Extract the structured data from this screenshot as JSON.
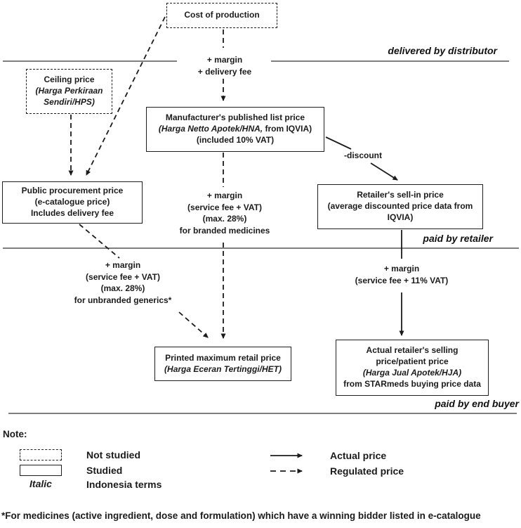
{
  "colors": {
    "ink": "#1b1b1b",
    "background": "#ffffff"
  },
  "diagram": {
    "boxes": {
      "cost_of_production": {
        "l1": "Cost of production"
      },
      "ceiling_price": {
        "l1": "Ceiling price",
        "l2": "(Harga Perkiraan",
        "l3": "Sendiri/HPS)"
      },
      "manufacturer_list_price": {
        "l1": "Manufacturer's published list price",
        "l2_italic": "(Harga Netto Apotek/HNA,",
        "l2_rest": " from IQVIA)",
        "l3": "(included 10% VAT)"
      },
      "public_procurement": {
        "l1": "Public procurement price",
        "l2": "(e-catalogue price)",
        "l3": "Includes delivery fee"
      },
      "retailer_sell_in": {
        "l1": "Retailer's sell-in price",
        "l2": "(average discounted price data from",
        "l3": "IQVIA)"
      },
      "printed_max_retail": {
        "l1": "Printed maximum retail price",
        "l2": "(Harga Eceran Tertinggi/HET)"
      },
      "actual_selling": {
        "l1": "Actual retailer's selling",
        "l2": "price/patient price",
        "l3": "(Harga Jual Apotek/HJA)",
        "l4": "from STARmeds buying price data"
      }
    },
    "edge_labels": {
      "margin_delivery": {
        "l1": "+ margin",
        "l2": "+ delivery fee"
      },
      "discount": "-discount",
      "margin_branded": {
        "l1": "+ margin",
        "l2": "(service fee + VAT)",
        "l3": "(max. 28%)",
        "l4": "for branded medicines"
      },
      "margin_unbranded": {
        "l1": "+ margin",
        "l2": "(service fee + VAT)",
        "l3": "(max. 28%)",
        "l4": "for unbranded generics*"
      },
      "margin_vat11": {
        "l1": "+ margin",
        "l2": "(service fee + 11% VAT)"
      }
    },
    "section_labels": {
      "distributor": "delivered by distributor",
      "retailer": "paid by retailer",
      "end_buyer": "paid by end buyer"
    }
  },
  "legend": {
    "note_label": "Note:",
    "not_studied": "Not studied",
    "studied": "Studied",
    "italic_word": "Italic",
    "indonesia_terms": "Indonesia terms",
    "actual_price": "Actual price",
    "regulated_price": "Regulated price"
  },
  "footnote": "*For medicines (active ingredient, dose and formulation) which have a winning bidder listed in e-catalogue"
}
